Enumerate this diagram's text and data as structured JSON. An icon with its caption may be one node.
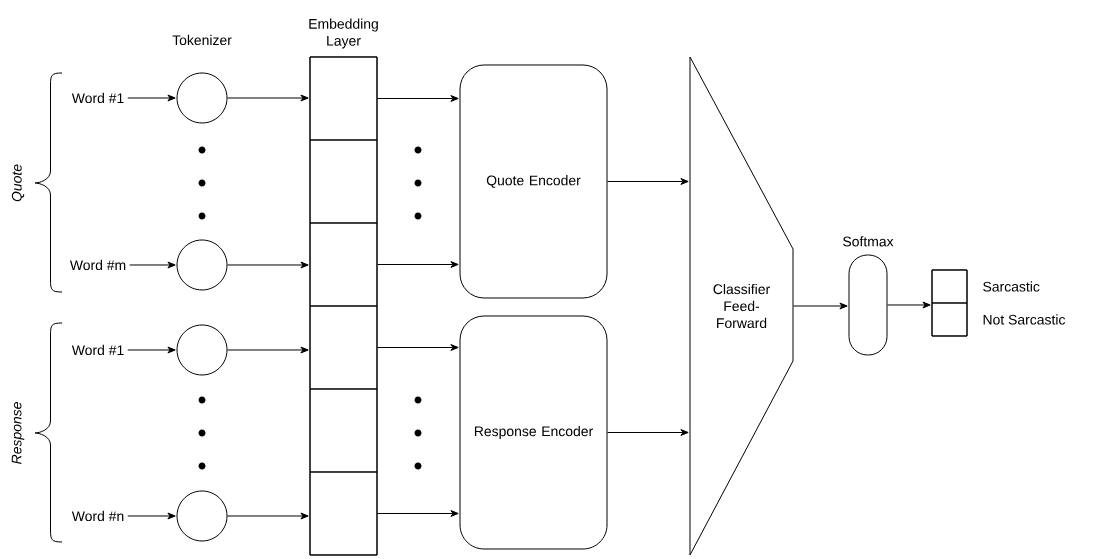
{
  "diagram": {
    "nodes": [
      {
        "text": [
          "Word #1"
        ]
      },
      {
        "text": [
          "Word #m"
        ]
      },
      {
        "text": [
          "Word #1"
        ]
      },
      {
        "text": [
          "Word #n"
        ]
      },
      {
        "text": [],
        "shape": "circle"
      },
      {
        "text": [],
        "shape": "circle"
      },
      {
        "text": [],
        "shape": "circle"
      },
      {
        "text": [],
        "shape": "circle"
      },
      {
        "text": [
          "Embedding Layer"
        ]
      },
      {
        "text": [],
        "shape": "box",
        "in": 8
      },
      {
        "text": [],
        "shape": "box",
        "in": 8
      },
      {
        "text": [],
        "shape": "box",
        "in": 8
      },
      {
        "text": [],
        "shape": "box",
        "in": 8
      },
      {
        "text": [],
        "shape": "box",
        "in": 8
      },
      {
        "text": [],
        "shape": "box",
        "in": 8
      },
      {
        "text": [
          "Quote Encoder"
        ]
      },
      {
        "text": [
          "Response Encoder"
        ]
      },
      {
        "text": [
          "Classifier Feed-Forward"
        ]
      },
      {
        "text": [
          "Softmax"
        ]
      },
      {
        "text": [],
        "shape": "box"
      },
      {
        "text": [],
        "shape": "box",
        "in": 19,
        "beside": [
          "Sarcastic"
        ]
      },
      {
        "text": [],
        "shape": "box",
        "in": 19,
        "beside": [
          "Not Sarcastic"
        ]
      }
    ],
    "edges": [
      {
        "from": 0,
        "to": 4,
        "arrow": "to"
      },
      {
        "from": 1,
        "to": 5,
        "arrow": "to"
      },
      {
        "from": 2,
        "to": 6,
        "arrow": "to"
      },
      {
        "from": 3,
        "to": 7,
        "arrow": "to"
      },
      {
        "from": 4,
        "to": 9,
        "arrow": "to"
      },
      {
        "from": 5,
        "to": 11,
        "arrow": "to"
      },
      {
        "from": 6,
        "to": 12,
        "arrow": "to"
      },
      {
        "from": 7,
        "to": 14,
        "arrow": "to"
      },
      {
        "from": 9,
        "to": 15,
        "arrow": "to"
      },
      {
        "from": 11,
        "to": 15,
        "arrow": "to"
      },
      {
        "from": 12,
        "to": 16,
        "arrow": "to"
      },
      {
        "from": 14,
        "to": 16,
        "arrow": "to"
      },
      {
        "from": 15,
        "to": 17,
        "arrow": "to"
      },
      {
        "from": 16,
        "to": 17,
        "arrow": "to"
      },
      {
        "from": 17,
        "to": 18,
        "arrow": "to"
      },
      {
        "from": 18,
        "to": 19,
        "arrow": "to"
      }
    ],
    "labels": [
      "Tokenizer",
      "Quote",
      "Response"
    ]
  }
}
